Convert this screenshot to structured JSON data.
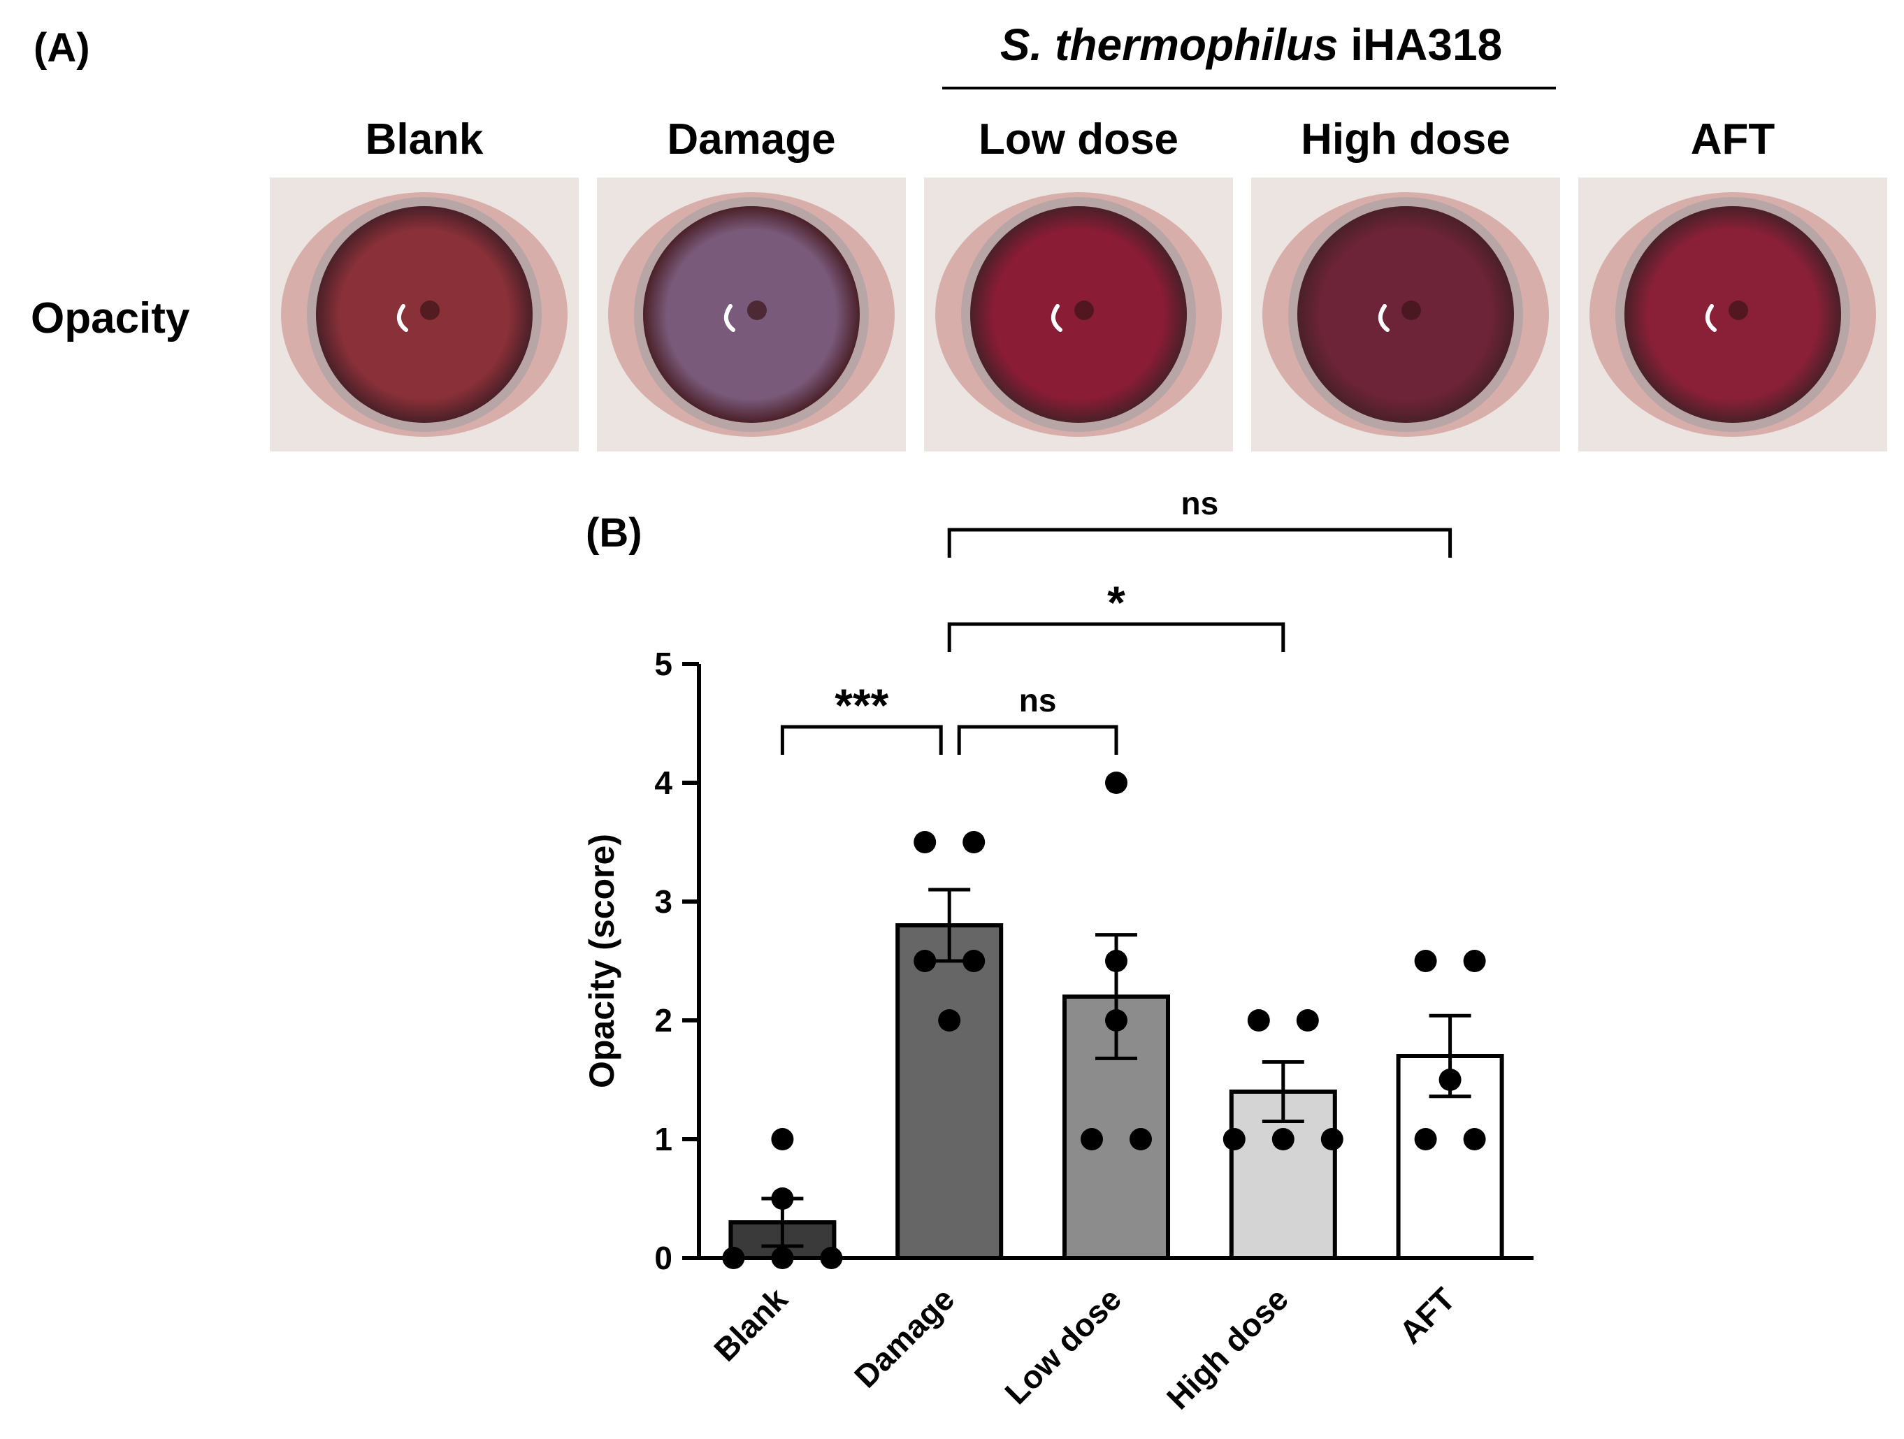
{
  "panel_a": {
    "label": "(A)",
    "group_label_prefix": "S. thermophilus",
    "group_label_suffix": " iHA318",
    "row_label": "Opacity",
    "columns": [
      "Blank",
      "Damage",
      "Low dose",
      "High dose",
      "AFT"
    ]
  },
  "panel_b": {
    "label": "(B)"
  },
  "colors": {
    "bars": [
      "#3a3a3a",
      "#666666",
      "#8c8c8c",
      "#d4d4d4",
      "#ffffff"
    ],
    "eye_iris": [
      "#8a3038",
      "#7a5a7a",
      "#8a1c36",
      "#6e2438",
      "#8a2038"
    ],
    "eye_sclera": "#ece4e0"
  },
  "chart_data": {
    "type": "bar",
    "categories": [
      "Blank",
      "Damage",
      "Low dose",
      "High dose",
      "AFT"
    ],
    "values": [
      0.3,
      2.8,
      2.2,
      1.4,
      1.7
    ],
    "errors": [
      0.2,
      0.3,
      0.52,
      0.25,
      0.34
    ],
    "points": [
      [
        1,
        0.5,
        0,
        0,
        0
      ],
      [
        3.5,
        3.5,
        2.5,
        2.5,
        2
      ],
      [
        4,
        2.5,
        2,
        1,
        1
      ],
      [
        2,
        2,
        1,
        1,
        1
      ],
      [
        2.5,
        2.5,
        1.5,
        1,
        1
      ]
    ],
    "title": "",
    "xlabel": "",
    "ylabel": "Opacity (score)",
    "ylim": [
      0,
      5
    ],
    "yticks": [
      0,
      1,
      2,
      3,
      4,
      5
    ],
    "comparisons": [
      {
        "from": 0,
        "to": 1,
        "label": "***"
      },
      {
        "from": 1,
        "to": 2,
        "label": "ns"
      },
      {
        "from": 1,
        "to": 3,
        "label": "*"
      },
      {
        "from": 1,
        "to": 4,
        "label": "ns"
      }
    ]
  }
}
